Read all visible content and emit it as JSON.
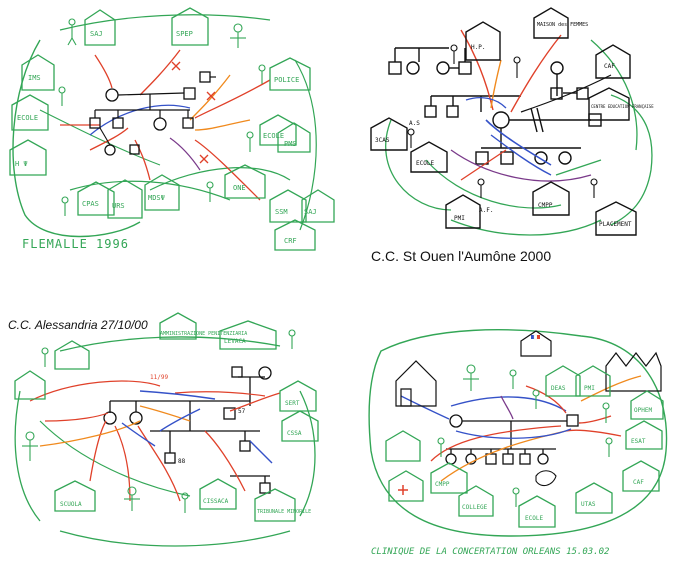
{
  "colors": {
    "green": "#33a656",
    "black": "#111111",
    "red": "#e0412a",
    "orange": "#f08a1e",
    "blue": "#3552c8",
    "purple": "#7a3a8a"
  },
  "panels": [
    {
      "caption": "FLEMALLE 1996",
      "labels": [
        "SAJ",
        "SPEP",
        "IMS",
        "POLICE",
        "ECOLE",
        "ECOLE",
        "PMS",
        "H Ψ",
        "URS",
        "MDSΨ",
        "ONE",
        "SSM",
        "SAJ",
        "CPAS",
        "CRF"
      ]
    },
    {
      "caption": "C.C. St Ouen l'Aumône 2000",
      "labels": [
        "H.P.",
        "MAISON des FEMMES",
        "CAF",
        "CENTRE EDUCATION FRANÇAISE",
        "3CAS",
        "ECOLE",
        "PMI",
        "CMPP",
        "PLACEMENT",
        "A.F.",
        "A.S"
      ]
    },
    {
      "caption": "C.C. Alessandria 27/10/00",
      "labels": [
        "AMMINISTRAZIONE PENITENZIARIA",
        "LEVACA",
        "SERT",
        "CSSA",
        "SCUOLA",
        "CISSACA",
        "TRIBUNALE MINORILE",
        "11/99",
        "57",
        "88"
      ]
    },
    {
      "caption": "CLINIQUE DE LA CONCERTATION ORLEANS   15.03.02",
      "labels": [
        "DEAS",
        "PMI",
        "OPHEM",
        "ESAT",
        "CAF",
        "CMPP",
        "ECOLE",
        "COLLEGE",
        "UTAS"
      ]
    }
  ]
}
